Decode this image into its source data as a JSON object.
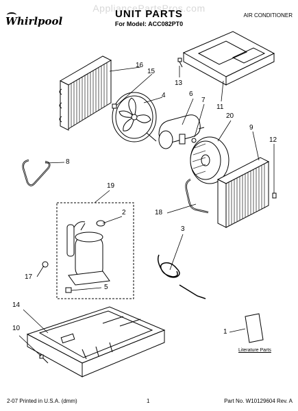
{
  "watermark": "AppliancePartsPros.com",
  "brand": "Whirlpool",
  "title": "UNIT PARTS",
  "model_line": "For Model: ACC082PT0",
  "category": "AIR CONDITIONER",
  "callouts": {
    "c16": "16",
    "c15": "15",
    "c4": "4",
    "c13": "13",
    "c6": "6",
    "c7": "7",
    "c11": "11",
    "c20": "20",
    "c9": "9",
    "c12": "12",
    "c8": "8",
    "c19": "19",
    "c2": "2",
    "c18": "18",
    "c3": "3",
    "c17": "17",
    "c5": "5",
    "c14": "14",
    "c10": "10",
    "c1": "1"
  },
  "literature_label": "Literature Parts",
  "footer": {
    "left": "2-07 Printed in U.S.A. (dmm)",
    "center": "1",
    "right": "Part No. W10129604 Rev. A"
  }
}
